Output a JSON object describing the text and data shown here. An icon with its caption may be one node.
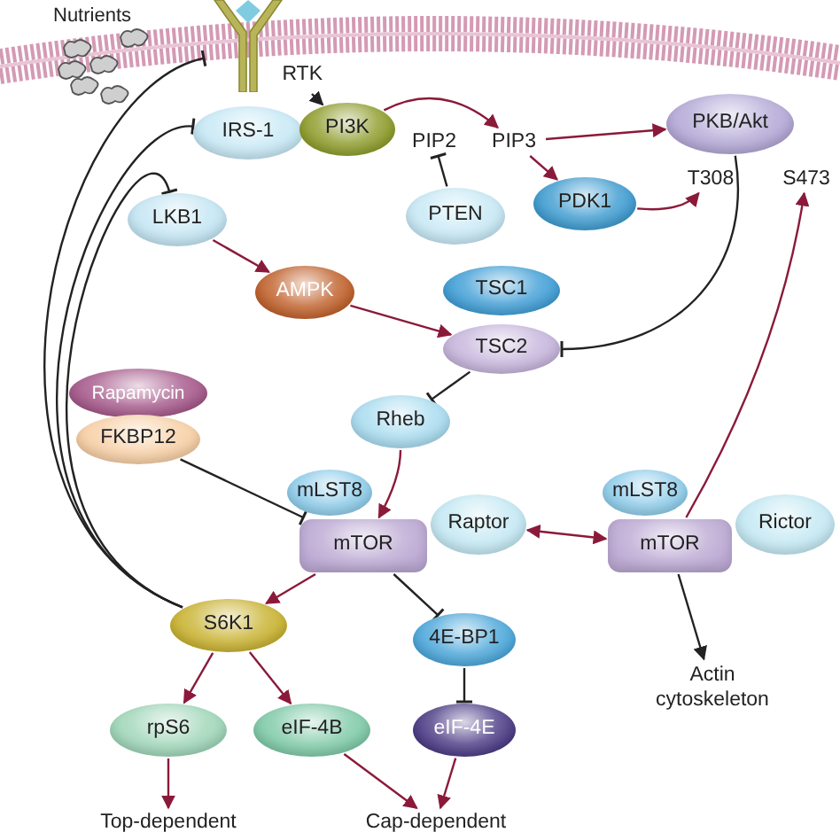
{
  "diagram": {
    "nodes": [
      {
        "text": [
          "RTK"
        ]
      },
      {
        "text": [
          "IRS-1"
        ]
      },
      {
        "text": [
          "PI3K"
        ]
      },
      {
        "text": [
          "PIP2"
        ]
      },
      {
        "text": [
          "PIP3"
        ]
      },
      {
        "text": [
          "PKB/Akt"
        ]
      },
      {
        "text": [
          "PTEN"
        ]
      },
      {
        "text": [
          "PDK1"
        ]
      },
      {
        "text": [
          "T308"
        ]
      },
      {
        "text": [
          "S473"
        ]
      },
      {
        "text": [
          "LKB1"
        ]
      },
      {
        "text": [
          "AMPK"
        ]
      },
      {
        "text": [
          "TSC1"
        ]
      },
      {
        "text": [
          "TSC2"
        ]
      },
      {
        "text": [
          "Rapamycin"
        ]
      },
      {
        "text": [
          "FKBP12"
        ]
      },
      {
        "text": [
          "Rheb"
        ]
      },
      {
        "text": [
          "mLST8"
        ]
      },
      {
        "text": [
          "mTOR"
        ]
      },
      {
        "text": [
          "Raptor"
        ]
      },
      {
        "text": [
          "mLST8"
        ]
      },
      {
        "text": [
          "mTOR"
        ]
      },
      {
        "text": [
          "Rictor"
        ]
      },
      {
        "text": [
          "S6K1"
        ]
      },
      {
        "text": [
          "4E-BP1"
        ]
      },
      {
        "text": [
          "rpS6"
        ]
      },
      {
        "text": [
          "eIF-4B"
        ]
      },
      {
        "text": [
          "eIF-4E"
        ]
      },
      {
        "text": [
          "Top-dependent"
        ]
      },
      {
        "text": [
          "Cap-dependent"
        ]
      },
      {
        "text": [
          "Actin cytoskeleton"
        ]
      }
    ],
    "edges": [
      {
        "from": 0,
        "to": 2,
        "arrow": "to",
        "color": "#222222"
      },
      {
        "from": 2,
        "to": 4,
        "arrow": "to"
      },
      {
        "from": 4,
        "to": 5,
        "arrow": "to"
      },
      {
        "from": 4,
        "to": 7,
        "arrow": "to"
      },
      {
        "from": 6,
        "to": 3,
        "arrow": "other",
        "color": "#222222"
      },
      {
        "from": 7,
        "to": 8,
        "arrow": "to"
      },
      {
        "from": 5,
        "to": 13,
        "arrow": "other",
        "color": "#222222"
      },
      {
        "from": 10,
        "to": 11,
        "arrow": "to"
      },
      {
        "from": 11,
        "to": 13,
        "arrow": "to"
      },
      {
        "from": 13,
        "to": 16,
        "arrow": "other",
        "color": "#222222"
      },
      {
        "from": 16,
        "to": 18,
        "arrow": "to"
      },
      {
        "from": 15,
        "to": 18,
        "arrow": "other",
        "color": "#222222"
      },
      {
        "from": 19,
        "to": 21,
        "arrow": "both"
      },
      {
        "from": 21,
        "to": 9,
        "arrow": "to"
      },
      {
        "from": 21,
        "to": 30,
        "arrow": "to",
        "color": "#222222"
      },
      {
        "from": 18,
        "to": 23,
        "arrow": "to"
      },
      {
        "from": 18,
        "to": 24,
        "arrow": "other",
        "color": "#222222"
      },
      {
        "from": 23,
        "to": 25,
        "arrow": "to"
      },
      {
        "from": 23,
        "to": 26,
        "arrow": "to"
      },
      {
        "from": 24,
        "to": 27,
        "arrow": "other",
        "color": "#222222"
      },
      {
        "from": 25,
        "to": 28,
        "arrow": "to"
      },
      {
        "from": 26,
        "to": 29,
        "arrow": "to"
      },
      {
        "from": 27,
        "to": 29,
        "arrow": "to"
      },
      {
        "from": 23,
        "to": 0,
        "arrow": "other",
        "color": "#222222"
      },
      {
        "from": 23,
        "to": 1,
        "arrow": "other",
        "color": "#222222"
      },
      {
        "from": 23,
        "to": 10,
        "arrow": "other",
        "color": "#222222"
      }
    ],
    "labels": [
      "Nutrients"
    ]
  }
}
